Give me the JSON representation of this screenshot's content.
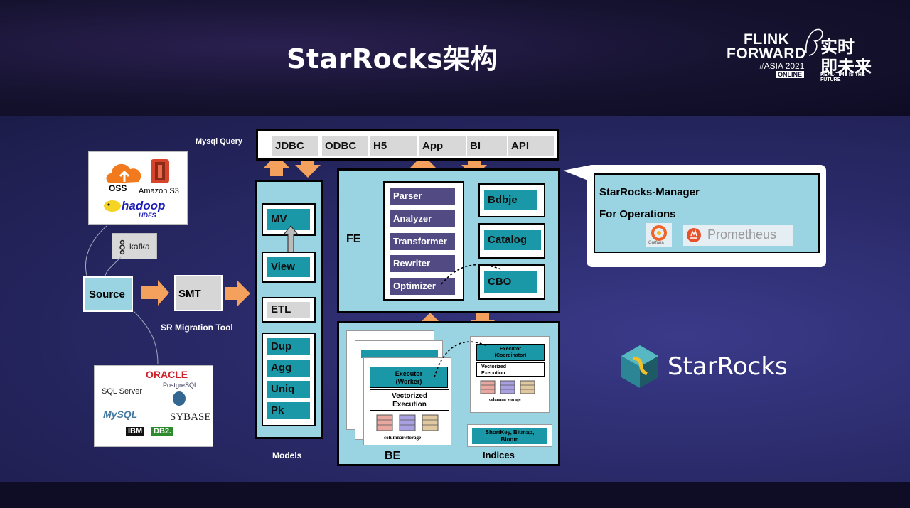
{
  "title": "StarRocks架构",
  "event": {
    "line1": "FLINK",
    "line2": "FORWARD",
    "line3": "#ASIA 2021",
    "line4": "ONLINE",
    "cn1": "实时",
    "cn2": "即未来",
    "tagline": "REAL-TIME IS THE FUTURE"
  },
  "sources": {
    "oss": "OSS",
    "s3": "Amazon S3",
    "hadoop": "hadoop",
    "hdfs": "HDFS",
    "kafka": "kafka",
    "source": "Source",
    "smt": "SMT",
    "migration": "SR Migration Tool",
    "db_oracle": "ORACLE",
    "db_sqlserver": "SQL Server",
    "db_postgres": "PostgreSQL",
    "db_mysql": "MySQL",
    "db_sybase": "SYBASE",
    "db_ibm": "IBM",
    "db_db2": "DB2."
  },
  "query": {
    "label": "Mysql Query",
    "items": [
      "JDBC",
      "ODBC",
      "H5",
      "App",
      "BI",
      "API"
    ]
  },
  "models": {
    "label": "Models",
    "mv": "MV",
    "view": "View",
    "etl": "ETL",
    "dup": "Dup",
    "agg": "Agg",
    "uniq": "Uniq",
    "pk": "Pk"
  },
  "fe": {
    "label": "FE",
    "pipeline": [
      "Parser",
      "Analyzer",
      "Transformer",
      "Rewriter",
      "Optimizer"
    ],
    "bdbje": "Bdbje",
    "catalog": "Catalog",
    "cbo": "CBO"
  },
  "be": {
    "label": "BE",
    "worker": "Executor\n(Worker)",
    "vectorized": "Vectorized\nExecution",
    "coordinator": "Executor\n(Coordinator)",
    "vectorized_small": "Vectorized\nExecution",
    "columnar": "columnar storage",
    "indices_box": "ShortKey, Bitmap,\nBloom",
    "indices": "Indices"
  },
  "manager": {
    "title": "StarRocks-Manager",
    "subtitle": "For Operations",
    "grafana": "Grafana",
    "prometheus": "Prometheus"
  },
  "brand": {
    "name": "StarRocks",
    "colors": {
      "dark": "#1e5a66",
      "light": "#57b8c4",
      "yellow": "#f2c024"
    }
  },
  "colors": {
    "teal": "#1b98a7",
    "light_blue": "#9ad4e3",
    "purple": "#524a82",
    "arrow": "#f4a15d"
  }
}
